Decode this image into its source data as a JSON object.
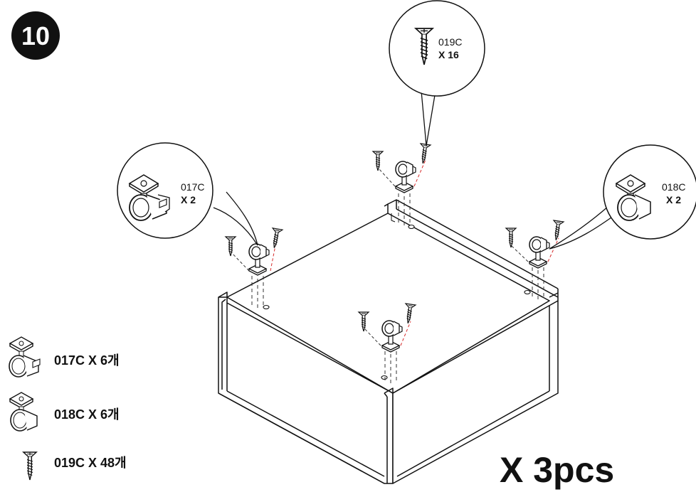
{
  "step": {
    "number": "10"
  },
  "callouts": [
    {
      "code": "017C",
      "qty": "X 2"
    },
    {
      "code": "019C",
      "qty": "X 16"
    },
    {
      "code": "018C",
      "qty": "X 2"
    }
  ],
  "legend": [
    {
      "text": "017C X 6개",
      "icon": "swivel-caster-with-brake-icon"
    },
    {
      "text": "018C X 6개",
      "icon": "swivel-caster-icon"
    },
    {
      "text": "019C X 48개",
      "icon": "screw-icon"
    }
  ],
  "quantity": "X 3pcs",
  "colors": {
    "line": "#111111",
    "hidden_line": "#333333",
    "red_guide": "#d62b2b",
    "badge": "#111111"
  }
}
